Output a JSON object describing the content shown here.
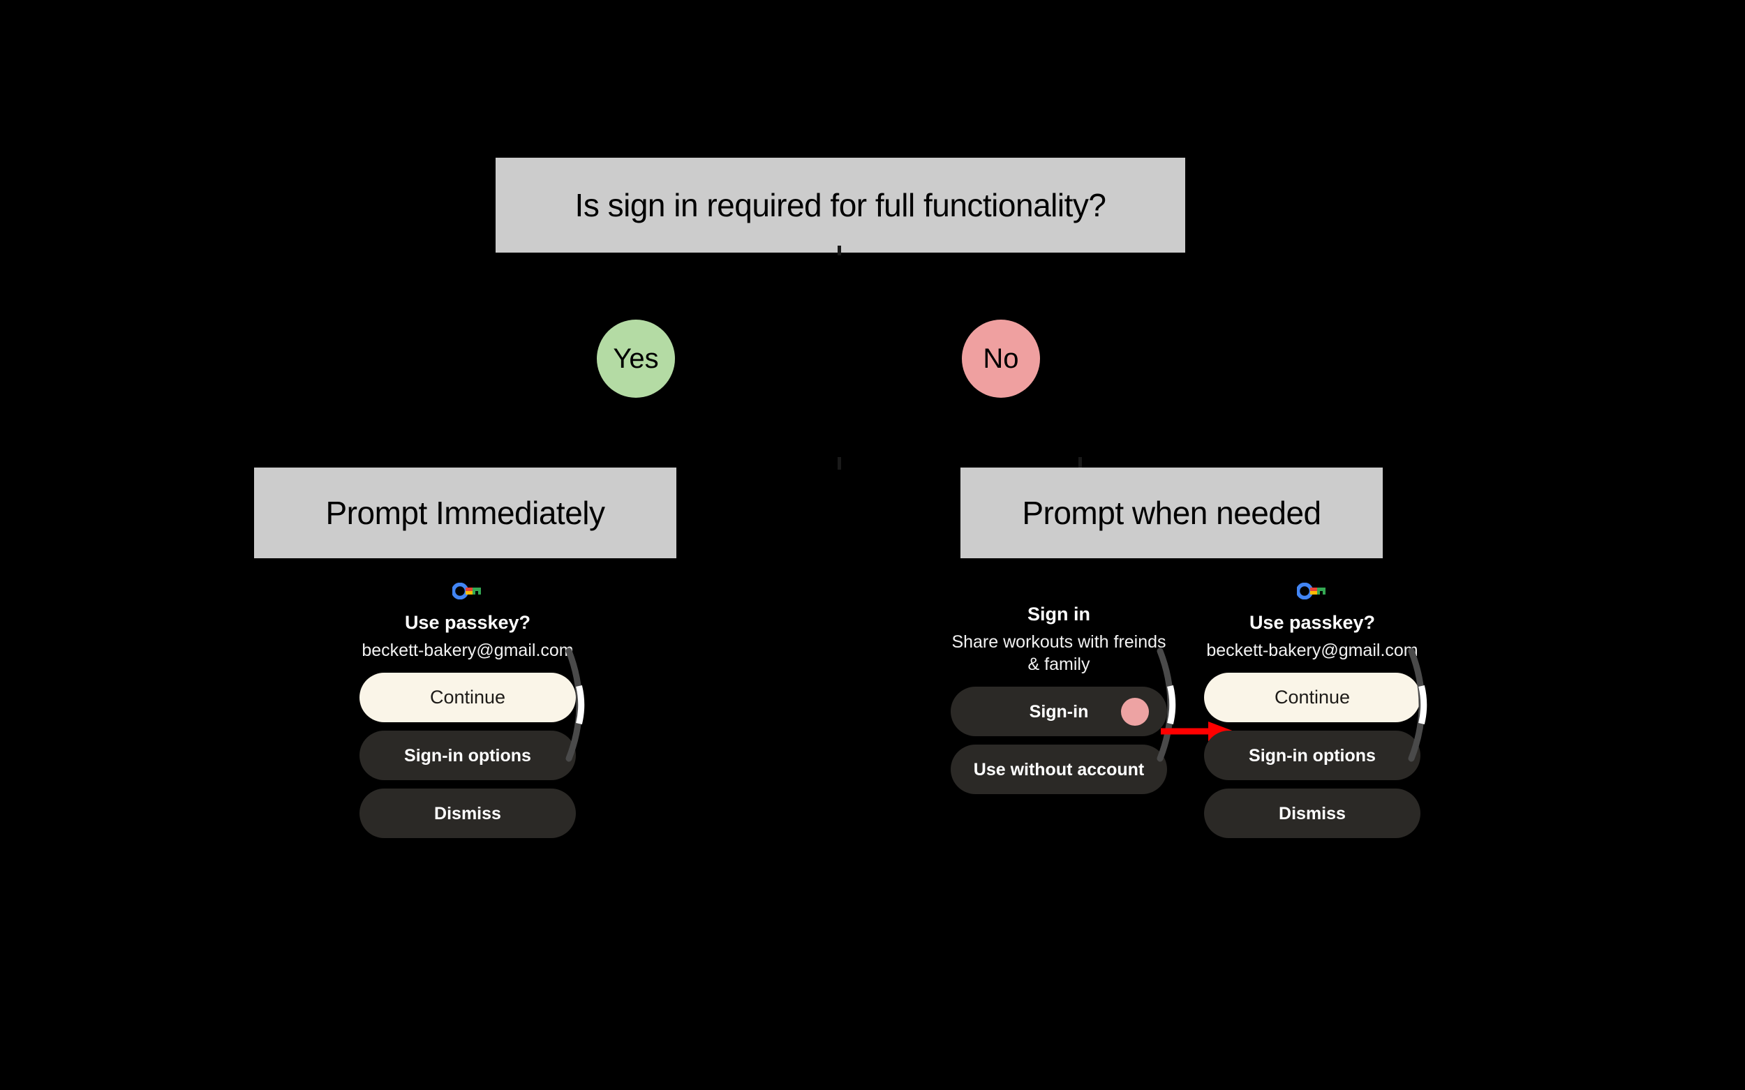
{
  "diagram": {
    "background_color": "#000000",
    "box_fill": "#cccccc",
    "question": "Is sign in required for full functionality?",
    "branches": [
      {
        "label": "Yes",
        "color": "#b4dba4",
        "outcome": "Prompt Immediately"
      },
      {
        "label": "No",
        "color": "#efa0a0",
        "outcome": "Prompt when needed"
      }
    ],
    "outcome_left": "Prompt Immediately",
    "outcome_right": "Prompt when needed",
    "annotation_arrow_color": "#ff0000"
  },
  "watches": {
    "left": {
      "icon": "google-passkey-key-icon",
      "title": "Use passkey?",
      "subtitle": "beckett-bakery@gmail.com",
      "buttons": [
        {
          "label": "Continue",
          "style": "primary"
        },
        {
          "label": "Sign-in options",
          "style": "secondary"
        },
        {
          "label": "Dismiss",
          "style": "secondary"
        }
      ],
      "scroll_indicator": true
    },
    "middle": {
      "title": "Sign in",
      "subtitle": "Share workouts with freinds & family",
      "buttons": [
        {
          "label": "Sign-in",
          "style": "secondary",
          "tap_dot": true,
          "tap_dot_color": "#eda3a3"
        },
        {
          "label": "Use without account",
          "style": "secondary"
        }
      ],
      "scroll_indicator": true
    },
    "right": {
      "icon": "google-passkey-key-icon",
      "title": "Use passkey?",
      "subtitle": "beckett-bakery@gmail.com",
      "buttons": [
        {
          "label": "Continue",
          "style": "primary"
        },
        {
          "label": "Sign-in options",
          "style": "secondary"
        },
        {
          "label": "Dismiss",
          "style": "secondary"
        }
      ],
      "scroll_indicator": true
    }
  },
  "colors": {
    "primary_button": "#faf5e8",
    "secondary_button": "#2b2926",
    "watch_text": "#ffffff",
    "box_fill": "#cccccc",
    "yes_circle": "#b4dba4",
    "no_circle": "#efa0a0",
    "arrow": "#ff0000"
  }
}
